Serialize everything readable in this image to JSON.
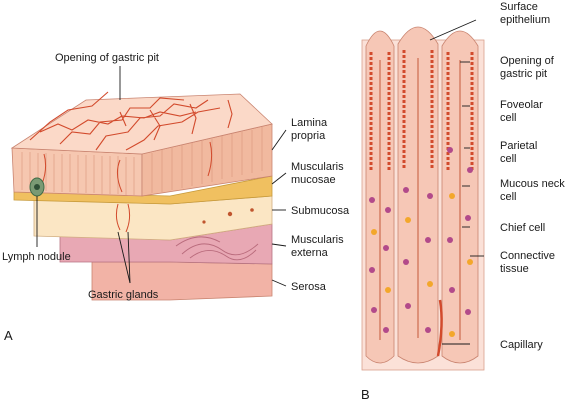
{
  "panels": {
    "a": "A",
    "b": "B"
  },
  "left_labels": {
    "gastric_pit": "Opening of gastric pit",
    "lamina_propria": [
      "Lamina",
      "propria"
    ],
    "muscularis_mucosae": [
      "Muscularis",
      "mucosae"
    ],
    "submucosa": "Submucosa",
    "muscularis_externa": [
      "Muscularis",
      "externa"
    ],
    "serosa": "Serosa",
    "lymph_nodule": "Lymph nodule",
    "gastric_glands": "Gastric glands"
  },
  "right_labels": {
    "surface_epithelium": [
      "Surface",
      "epithelium"
    ],
    "gastric_pit": [
      "Opening of",
      "gastric pit"
    ],
    "foveolar_cell": [
      "Foveolar",
      "cell"
    ],
    "parietal_cell": [
      "Parietal",
      "cell"
    ],
    "mucous_neck_cell": [
      "Mucous neck",
      "cell"
    ],
    "chief_cell": "Chief cell",
    "connective_tissue": [
      "Connective",
      "tissue"
    ],
    "capillary": "Capillary"
  },
  "colors": {
    "mucosa": "#f6c7b0",
    "mucosa_top": "#fbd9c8",
    "vessel": "#d24a2c",
    "muscularis_mucosae": "#f0c060",
    "submucosa": "#fbe6c4",
    "muscularis_externa": "#e8a8b4",
    "serosa": "#f2b3a6",
    "gland_cell": "#b24a8a",
    "chief_cell": "#f3a72b",
    "leader_line": "#1a1a1a"
  }
}
